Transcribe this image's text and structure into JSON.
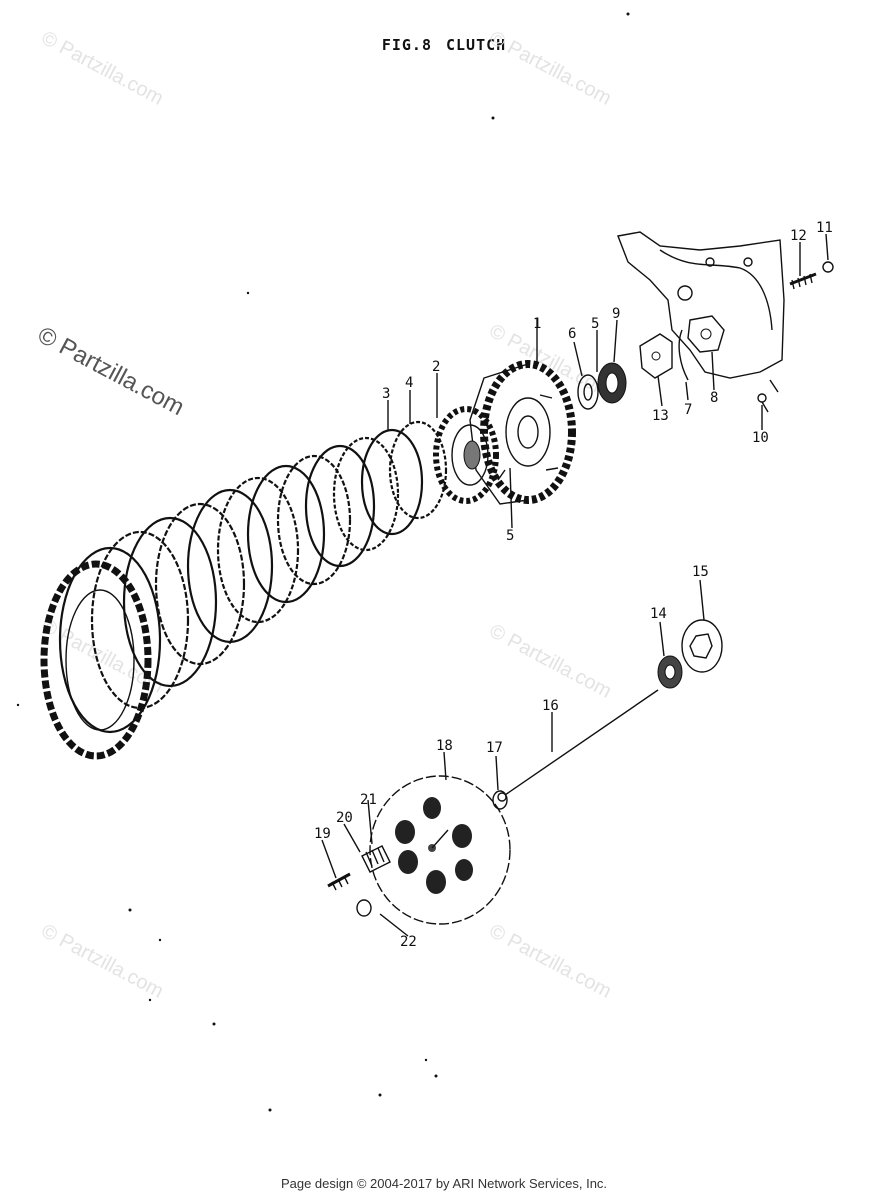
{
  "figure": {
    "number": "FIG.8",
    "name": "CLUTCH"
  },
  "watermark": {
    "text": "© Partzilla.com"
  },
  "callouts": {
    "c1": "1",
    "c2": "2",
    "c3": "3",
    "c4": "4",
    "c5a": "5",
    "c5b": "5",
    "c6": "6",
    "c7": "7",
    "c8": "8",
    "c9": "9",
    "c10": "10",
    "c11": "11",
    "c12": "12",
    "c13": "13",
    "c14": "14",
    "c15": "15",
    "c16": "16",
    "c17": "17",
    "c18": "18",
    "c19": "19",
    "c20": "20",
    "c21": "21",
    "c22": "22"
  },
  "footer": {
    "text": "Page design © 2004-2017 by ARI Network Services, Inc."
  }
}
